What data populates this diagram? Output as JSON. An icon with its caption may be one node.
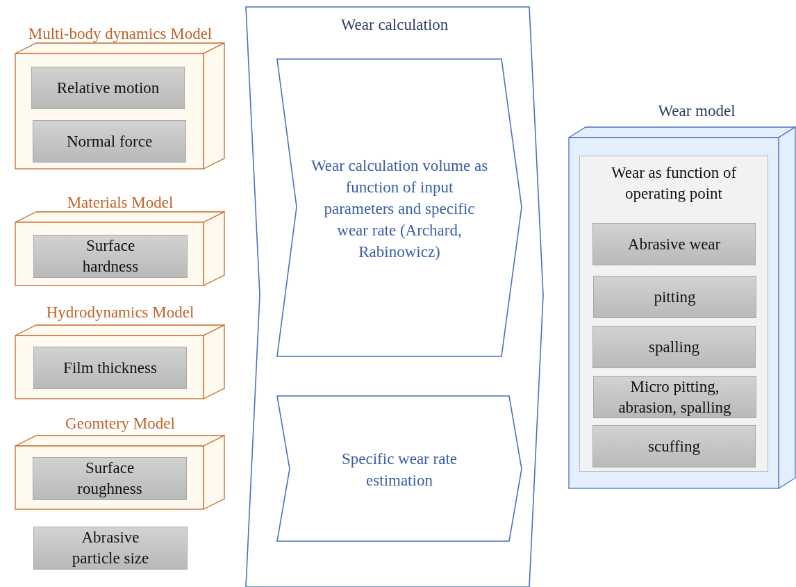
{
  "diagram": {
    "nodes": [
      {
        "text": [
          "Multi-body dynamics Model"
        ]
      },
      {
        "text": [
          "Relative motion"
        ],
        "in": 0
      },
      {
        "text": [
          "Normal force"
        ],
        "in": 0
      },
      {
        "text": [
          "Materials Model"
        ]
      },
      {
        "text": [
          "Surface hardness"
        ],
        "in": 3
      },
      {
        "text": [
          "Hydrodynamics Model"
        ]
      },
      {
        "text": [
          "Film thickness"
        ],
        "in": 5
      },
      {
        "text": [
          "Geomtery Model"
        ]
      },
      {
        "text": [
          "Surface roughness"
        ],
        "in": 7
      },
      {
        "text": [
          "Abrasive particle size"
        ]
      },
      {
        "text": [
          "Wear calculation"
        ]
      },
      {
        "text": [
          "Wear calculation volume as function of input parameters and specific wear rate (Archard, Rabinowicz)"
        ],
        "in": 10
      },
      {
        "text": [
          "Specific wear rate estimation"
        ],
        "in": 10
      },
      {
        "text": [
          "Wear model"
        ]
      },
      {
        "text": [
          "Wear as function of operating point"
        ],
        "in": 13
      },
      {
        "text": [
          "Abrasive wear"
        ],
        "in": 14
      },
      {
        "text": [
          "pitting"
        ],
        "in": 14
      },
      {
        "text": [
          "spalling"
        ],
        "in": 14
      },
      {
        "text": [
          "Micro pitting, abrasion, spalling"
        ],
        "in": 14
      },
      {
        "text": [
          "scuffing"
        ],
        "in": 14
      }
    ]
  }
}
